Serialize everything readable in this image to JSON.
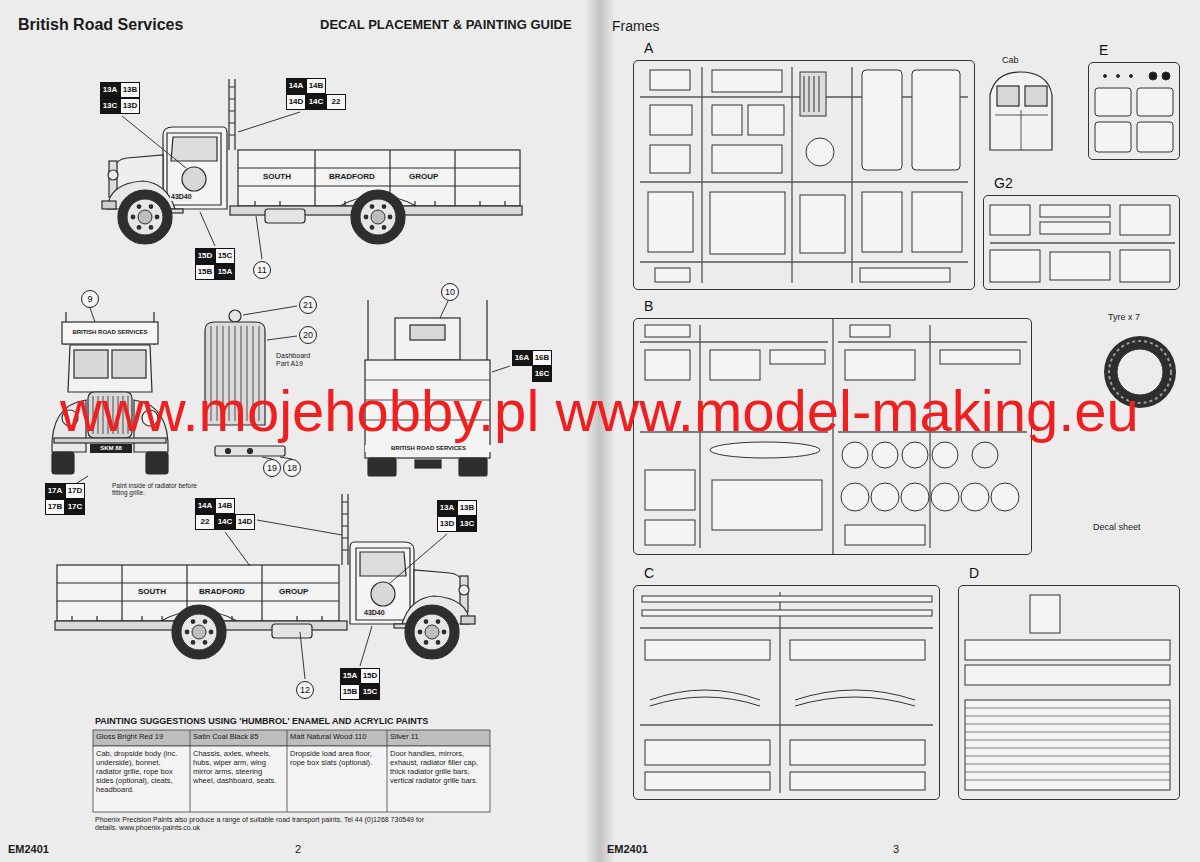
{
  "diagram": {
    "title": "DECAL PLACEMENT & PAINTING GUIDE",
    "nodes": [
      {
        "text": [
          "13A"
        ]
      },
      {
        "text": [
          "13B"
        ]
      },
      {
        "text": [
          "13C"
        ]
      },
      {
        "text": [
          "13D"
        ]
      },
      {
        "text": [
          "14A"
        ]
      },
      {
        "text": [
          "14B"
        ]
      },
      {
        "text": [
          "14D"
        ]
      },
      {
        "text": [
          "14C"
        ]
      },
      {
        "text": [
          "22"
        ]
      },
      {
        "text": [
          "15D"
        ]
      },
      {
        "text": [
          "15C"
        ]
      },
      {
        "text": [
          "15B"
        ]
      },
      {
        "text": [
          "15A"
        ]
      },
      {
        "text": [
          "11"
        ]
      },
      {
        "text": [
          "9"
        ]
      },
      {
        "text": [
          "21"
        ]
      },
      {
        "text": [
          "20"
        ]
      },
      {
        "text": [
          "10"
        ]
      },
      {
        "text": [
          "16A"
        ]
      },
      {
        "text": [
          "16B"
        ]
      },
      {
        "text": [
          "16C"
        ]
      },
      {
        "text": [
          "19"
        ]
      },
      {
        "text": [
          "18"
        ]
      },
      {
        "text": [
          "17A"
        ]
      },
      {
        "text": [
          "17D"
        ]
      },
      {
        "text": [
          "17B"
        ]
      },
      {
        "text": [
          "17C"
        ]
      },
      {
        "text": [
          "14A"
        ]
      },
      {
        "text": [
          "14B"
        ]
      },
      {
        "text": [
          "22"
        ]
      },
      {
        "text": [
          "14C"
        ]
      },
      {
        "text": [
          "14D"
        ]
      },
      {
        "text": [
          "13A"
        ]
      },
      {
        "text": [
          "13B"
        ]
      },
      {
        "text": [
          "13D"
        ]
      },
      {
        "text": [
          "13C"
        ]
      },
      {
        "text": [
          "12"
        ]
      },
      {
        "text": [
          "15A"
        ]
      },
      {
        "text": [
          "15D"
        ]
      },
      {
        "text": [
          "15B"
        ]
      },
      {
        "text": [
          "15C"
        ]
      },
      {
        "text": [
          "A"
        ]
      },
      {
        "text": [
          "E"
        ]
      },
      {
        "text": [
          "G2"
        ]
      },
      {
        "text": [
          "B"
        ]
      },
      {
        "text": [
          "C"
        ]
      },
      {
        "text": [
          "D"
        ]
      }
    ],
    "labels": [
      "British Road Services",
      "43D40",
      "SOUTH",
      "BRADFORD",
      "GROUP",
      "BRITISH ROAD SERVICES",
      "Dashboard Part A19",
      "BRITISH ROAD SERVICES",
      "SKM 88",
      "Paint inside of radiator before fitting grille.",
      "SOUTH",
      "BRADFORD",
      "GROUP",
      "43D40",
      "PAINTING SUGGESTIONS USING 'HUMBROL' ENAMEL AND ACRYLIC PAINTS",
      "Gloss Bright Red 19",
      "Satin Coal Black 85",
      "Matt Natural Wood 110",
      "Silver 11",
      "Cab, dropside body (inc. underside), bonnet, radiator grille, rope box sides (optional), cleats, headboard.",
      "Chassis, axles, wheels, hubs, wiper arm, wing mirror arms, steering wheel, dashboard, seats.",
      "Dropside load area floor, rope box slats (optional).",
      "Door handles, mirrors, exhaust, radiator filler cap, thick radiator grille bars, vertical radiator grille bars.",
      "Phoenix Precision Paints also produce a range of suitable road transport paints. Tel 44 (0)1268 730549 for details. www.phoenix-paints.co.uk",
      "EM2401",
      "2",
      "Frames",
      "Cab",
      "Tyre x 7",
      "Decal sheet",
      "EM2401",
      "3",
      "www.mojehobby.pl www.model-making.eu"
    ]
  }
}
